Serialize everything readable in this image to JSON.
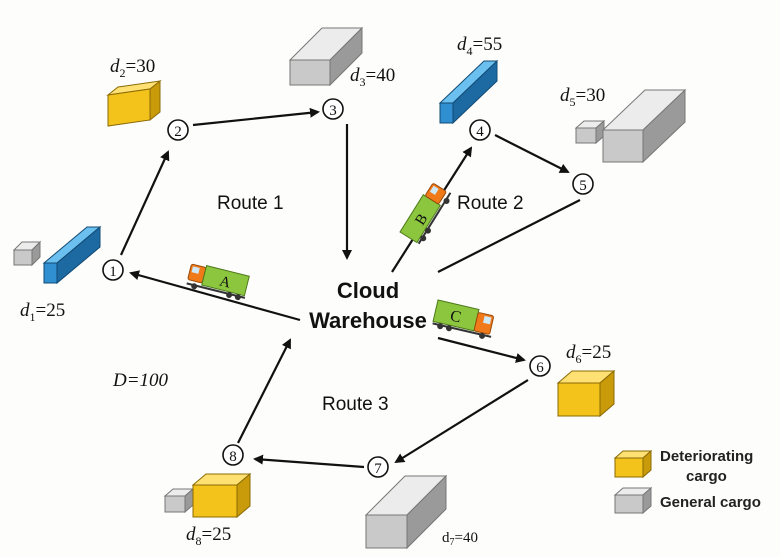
{
  "diagram": {
    "warehouse_label": [
      "Cloud",
      "Warehouse"
    ],
    "capacity_label": "D=100",
    "routes": [
      {
        "label": "Route 1"
      },
      {
        "label": "Route 2"
      },
      {
        "label": "Route 3"
      }
    ],
    "vehicles": [
      {
        "label": "A"
      },
      {
        "label": "B"
      },
      {
        "label": "C"
      }
    ],
    "nodes": [
      {
        "id": "1",
        "numeral": "①",
        "demand_label": "d1=25",
        "sym": "d",
        "sub": "1",
        "val": "=25",
        "cargo": "general+deteriorating"
      },
      {
        "id": "2",
        "numeral": "②",
        "demand_label": "d2=30",
        "sym": "d",
        "sub": "2",
        "val": "=30",
        "cargo": "deteriorating"
      },
      {
        "id": "3",
        "numeral": "③",
        "demand_label": "d3=40",
        "sym": "d",
        "sub": "3",
        "val": "=40",
        "cargo": "general"
      },
      {
        "id": "4",
        "numeral": "④",
        "demand_label": "d4=55",
        "sym": "d",
        "sub": "4",
        "val": "=55",
        "cargo": "deteriorating"
      },
      {
        "id": "5",
        "numeral": "⑤",
        "demand_label": "d5=30",
        "sym": "d",
        "sub": "5",
        "val": "=30",
        "cargo": "general"
      },
      {
        "id": "6",
        "numeral": "⑥",
        "demand_label": "d6=25",
        "sym": "d",
        "sub": "6",
        "val": "=25",
        "cargo": "deteriorating"
      },
      {
        "id": "7",
        "numeral": "⑦",
        "demand_label": "d7=40",
        "sym": "d",
        "sub": "7",
        "val": "=40",
        "cargo": "general"
      },
      {
        "id": "8",
        "numeral": "⑧",
        "demand_label": "d8=25",
        "sym": "d",
        "sub": "8",
        "val": "=25",
        "cargo": "general+deteriorating"
      }
    ],
    "legend": [
      {
        "label_lines": [
          "Deteriorating",
          "cargo"
        ],
        "kind": "deteriorating"
      },
      {
        "label_lines": [
          "General cargo"
        ],
        "kind": "general"
      }
    ],
    "colors": {
      "deteriorating_front": "#f3c21b",
      "deteriorating_top": "#ffe173",
      "deteriorating_side": "#c99a0a",
      "general_front": "#c9c9c9",
      "general_top": "#ececec",
      "general_side": "#9a9a9a",
      "blue_front": "#2f8fd0",
      "blue_top": "#6cc0ef",
      "blue_side": "#1d6aa3",
      "truck_cab": "#f07a1a",
      "truck_box": "#8cc63f"
    }
  }
}
